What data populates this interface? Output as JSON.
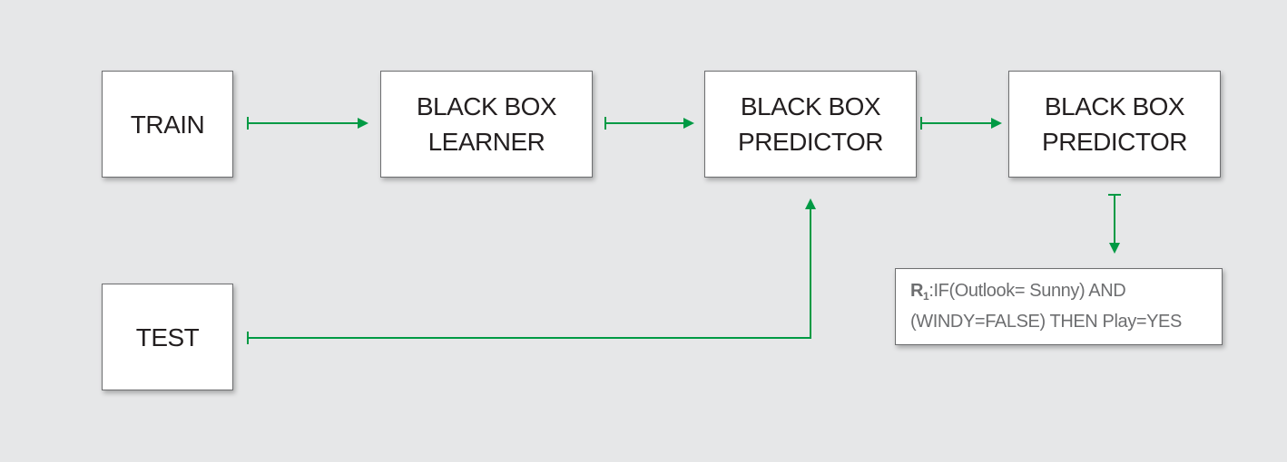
{
  "diagram": {
    "colors": {
      "background": "#e6e7e8",
      "arrow": "#009a44",
      "box_border": "#6d6e70",
      "box_text": "#231f20",
      "rule_text": "#6d6e70"
    },
    "nodes": {
      "train": {
        "lines": [
          "TRAIN"
        ]
      },
      "test": {
        "lines": [
          "TEST"
        ]
      },
      "learner": {
        "lines": [
          "BLACK BOX",
          "LEARNER"
        ]
      },
      "predictor": {
        "lines": [
          "BLACK BOX",
          "PREDICTOR"
        ]
      },
      "predictor2": {
        "lines": [
          "BLACK BOX",
          "PREDICTOR"
        ]
      }
    },
    "rule": {
      "var": "R",
      "sub": "1",
      "line1_rest": ":IF(Outlook= Sunny) AND",
      "line2": "(WINDY=FALSE) THEN Play=YES"
    },
    "edges": [
      {
        "from": "train",
        "to": "learner"
      },
      {
        "from": "learner",
        "to": "predictor"
      },
      {
        "from": "predictor",
        "to": "predictor2"
      },
      {
        "from": "test",
        "to": "predictor"
      },
      {
        "from": "predictor2",
        "to": "rule"
      }
    ]
  }
}
